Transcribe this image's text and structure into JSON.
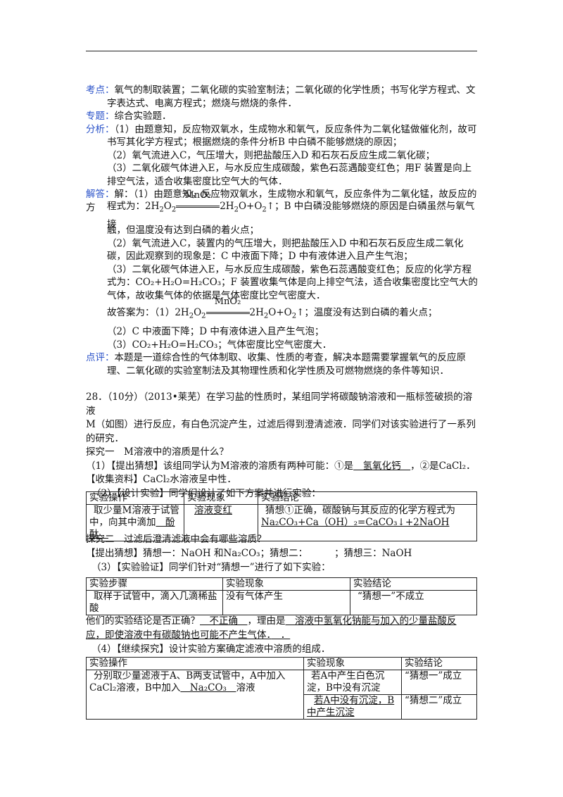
{
  "kaodian": {
    "label": "考点：",
    "l1": "氧气的制取装置；二氧化碳的实验室制法；二氧化碳的化学性质；书写化学方程式、文",
    "l2": "字表达式、电离方程式；燃烧与燃烧的条件．"
  },
  "zhuanti": {
    "label": "专题：",
    "text": "综合实验题．"
  },
  "fenxi": {
    "label": "分析：",
    "l1": "（1）由题意知，反应物双氧水，生成物水和氧气，反应条件为二氧化锰做催化剂，故可",
    "l2": "书写其化学方程式；根据燃烧的条件分析B 中白磷不能够燃烧的原因；",
    "l3": "（2）氧气流进入C，气压增大，则把盐酸压入D 和石灰石反应生成二氧化碳；",
    "l4": "（3）二氧化碳气体进入E，与水反应生成碳酸，紫色石蕊遇酸变红色；用F 装置是向上",
    "l5": "排空气法，适合收集密度比空气大的气体．"
  },
  "jieda": {
    "label": "解答：",
    "l1": "解：（1）由题意知，反应物双氧水，生成物水和氧气，反应条件为二氧化锰，故反应的方",
    "l2a": "程式为：2H",
    "l2b": "2H",
    "l2c": "O+O",
    "l2d": "↑；B 中白磷没能够燃烧的原因是白磷虽然与氧气接",
    "l3": "触，但温度没有达到白磷的着火点；",
    "l4": "（2）氧气流进入C，装置内的气压增大，则把盐酸压入D 中和石灰石反应生成二氧化",
    "l5": "碳，因此观察到的现象是：C 中液面下降；D 中有液体进入且产生气泡；",
    "l6": "（3）二氧化碳气体进入E，与水反应生成碳酸，紫色石蕊遇酸变红色；反应的化学方程",
    "l7": "式为：CO₂+H₂O=H₂CO₃；F 装置收集气体是向上排空气法，适合收集密度比空气大的",
    "l8": "气体，故收集气体的依据是气体密度比空气密度大．",
    "ans_label": "故答案为：（1）2H",
    "ans_tail": "↑；温度没有达到白磷的着火点；",
    "ans2": "（2）C 中液面下降；D 中有液体进入且产生气泡；",
    "ans3": "（3）CO₂+H₂O=H₂CO₃；气体密度比空气密度大．",
    "mno2": "MnO₂"
  },
  "dianping": {
    "label": "点评：",
    "l1": "本题是一道综合性的气体制取、收集、性质的考查，解决本题需要掌握氧气的反应原",
    "l2": "理、二氧化碳的实验室制法及其物理性质和化学性质及可燃物燃烧的条件等知识．"
  },
  "q28": {
    "l1": "28．（10分）（2013•莱芜）在学习盐的性质时，某组同学将碳酸钠溶液和一瓶标签破损的溶液",
    "l2": "M（如图）进行反应，有白色沉淀产生，过滤后得到澄清滤液．同学们对该实验进行了一系列",
    "l3": "的研究．",
    "t1": "探究一　M溶液中的溶质是什么？",
    "p1a": "（1）【提出猜想】该组同学认为M溶液的溶质有两种可能：①是",
    "p1ans": "　氢氧化钙　",
    "p1b": "，②是CaCl₂．",
    "p2": "【收集资料】CaCl₂水溶液呈中性．",
    "p3": "（2）【设计实验】同学们设计了如下方案并进行实验："
  },
  "table1": {
    "h": [
      "实验操作",
      "实验现象",
      "实验结论"
    ],
    "c1a": "取少量M溶液于试管",
    "c1b": "中，向其中滴加",
    "c1ans": "　酚酞　",
    "c2": "溶液变红",
    "c3a": "猜想①正确，碳酸钠与其反应的化学方程式为",
    "c3b": "Na₂CO₃+Ca（OH）₂=CaCO₃↓+2NaOH"
  },
  "part2": {
    "t2": "探究二　过滤后澄清滤液中会有哪些溶质？",
    "p4a": "【提出猜想】猜想一：NaOH 和Na₂CO₃；猜想二：",
    "p4b": "；猜想三：NaOH",
    "p5": "（3）【实验验证】同学们针对“猜想一”进行了如下实验："
  },
  "table2": {
    "h": [
      "实验步骤",
      "实验现象",
      "实验结论"
    ],
    "c1a": "取样于试管中，滴入几滴稀盐",
    "c1b": "酸",
    "c2": "没有气体产生",
    "c3": "“猜想一”不成立"
  },
  "part3": {
    "q1a": "他们的实验结论是否正确？",
    "q1ans": "　不正确　",
    "q1b": "，理由是",
    "q1reason1": "　溶液中氢氧化钠能与加入的少量盐酸反",
    "q1reason2": "应，即使溶液中有碳酸钠也可能不产生气体．",
    "q1end": "　．",
    "p6": "（4）【继续探究】设计实验方案确定滤液中溶质的组成．"
  },
  "table3": {
    "h": [
      "实验操作",
      "实验现象",
      "实验结论"
    ],
    "c1a": "分别取少量滤液于A、B两支试管中，A中加入",
    "c1b": "CaCl₂溶液，B中加入",
    "c1ans": "　Na₂CO₃　",
    "c1c": "溶液",
    "r1c2a": "若A中产生白色沉",
    "r1c2b": "淀，B中没有沉淀",
    "r1c3": "“猜想一”成立",
    "r2c2a": "若A中没有沉淀，B",
    "r2c2b": "中产生沉淀",
    "r2c3": "“猜想二”成立"
  }
}
